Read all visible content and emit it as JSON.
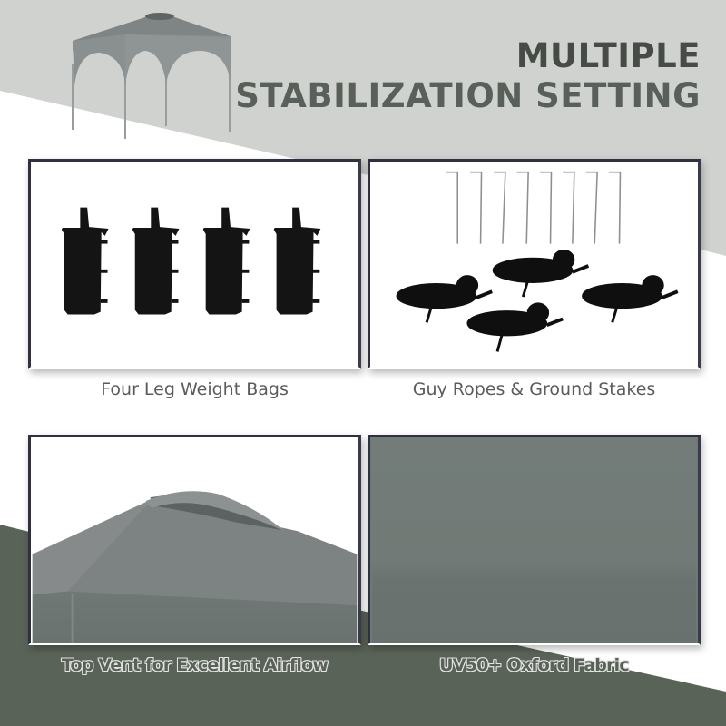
{
  "headline": {
    "line1": "MULTIPLE",
    "line2": "STABILIZATION SETTING"
  },
  "colors": {
    "top_band": "#cfd2cf",
    "bottom_band": "#5a6357",
    "headline": "#4b5249",
    "panel_border": "#2f3040",
    "fabric": "#6f7a76",
    "canopy": "#8a8e8e"
  },
  "features": [
    {
      "id": "weight-bags",
      "caption": "Four Leg Weight Bags",
      "icon": "weight-bag-icon",
      "count": 4
    },
    {
      "id": "ropes-stakes",
      "caption": "Guy Ropes & Ground Stakes",
      "icon": "rope-stake-icon",
      "stakes": 8,
      "ropes": 4
    },
    {
      "id": "top-vent",
      "caption": "Top Vent for Excellent Airflow",
      "icon": "canopy-vent-icon"
    },
    {
      "id": "oxford-fabric",
      "caption": "UV50+ Oxford Fabric",
      "icon": "fabric-swatch-icon"
    }
  ]
}
